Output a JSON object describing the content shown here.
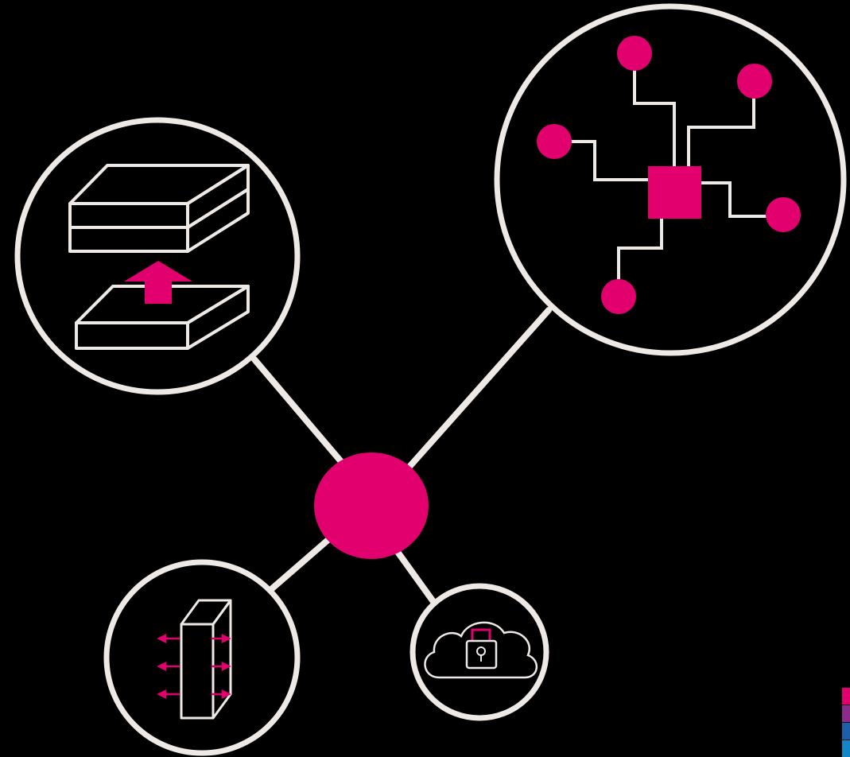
{
  "diagram": {
    "description_nodes": [
      {
        "id": "hub",
        "icon": "central-hub-dot"
      },
      {
        "id": "upgrade",
        "icon": "stacked-layers-upgrade-icon"
      },
      {
        "id": "network",
        "icon": "network-topology-icon"
      },
      {
        "id": "firewall",
        "icon": "firewall-wall-icon"
      },
      {
        "id": "cloud",
        "icon": "cloud-lock-icon"
      }
    ]
  },
  "colors": {
    "background": "#000000",
    "stroke": "#efe9e6",
    "accent": "#e2006f",
    "swatches": [
      "#e2006f",
      "#8d2a8e",
      "#1d5fa8",
      "#1287c7"
    ]
  }
}
